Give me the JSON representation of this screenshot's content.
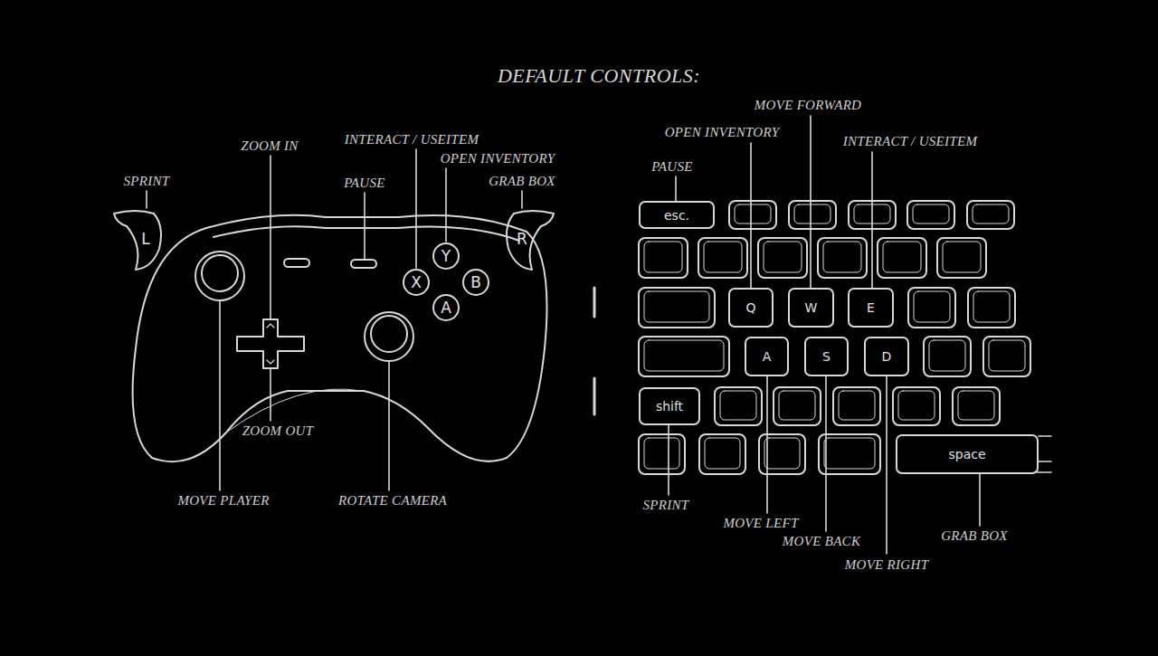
{
  "diagram": {
    "title": "DEFAULT CONTROLS:",
    "nodes": [
      {
        "text": [
          "L"
        ]
      },
      {
        "text": [
          "R"
        ]
      },
      {
        "text": [
          "Y"
        ]
      },
      {
        "text": [
          "X"
        ]
      },
      {
        "text": [
          "B"
        ]
      },
      {
        "text": [
          "A"
        ]
      },
      {
        "text": [
          "esc."
        ]
      },
      {
        "text": [
          "Q"
        ]
      },
      {
        "text": [
          "W"
        ]
      },
      {
        "text": [
          "E"
        ]
      },
      {
        "text": [
          "A"
        ]
      },
      {
        "text": [
          "S"
        ]
      },
      {
        "text": [
          "D"
        ]
      },
      {
        "text": [
          "shift"
        ]
      },
      {
        "text": [
          "space"
        ]
      }
    ],
    "labels": [
      "SPRINT",
      "ZOOM IN",
      "INTERACT / USEITEM",
      "PAUSE",
      "OPEN INVENTORY",
      "GRAB BOX",
      "ZOOM OUT",
      "MOVE PLAYER",
      "ROTATE CAMERA",
      "MOVE FORWARD",
      "OPEN INVENTORY",
      "INTERACT / USEITEM",
      "PAUSE",
      "SPRINT",
      "MOVE LEFT",
      "MOVE BACK",
      "GRAB BOX",
      "MOVE RIGHT"
    ]
  }
}
